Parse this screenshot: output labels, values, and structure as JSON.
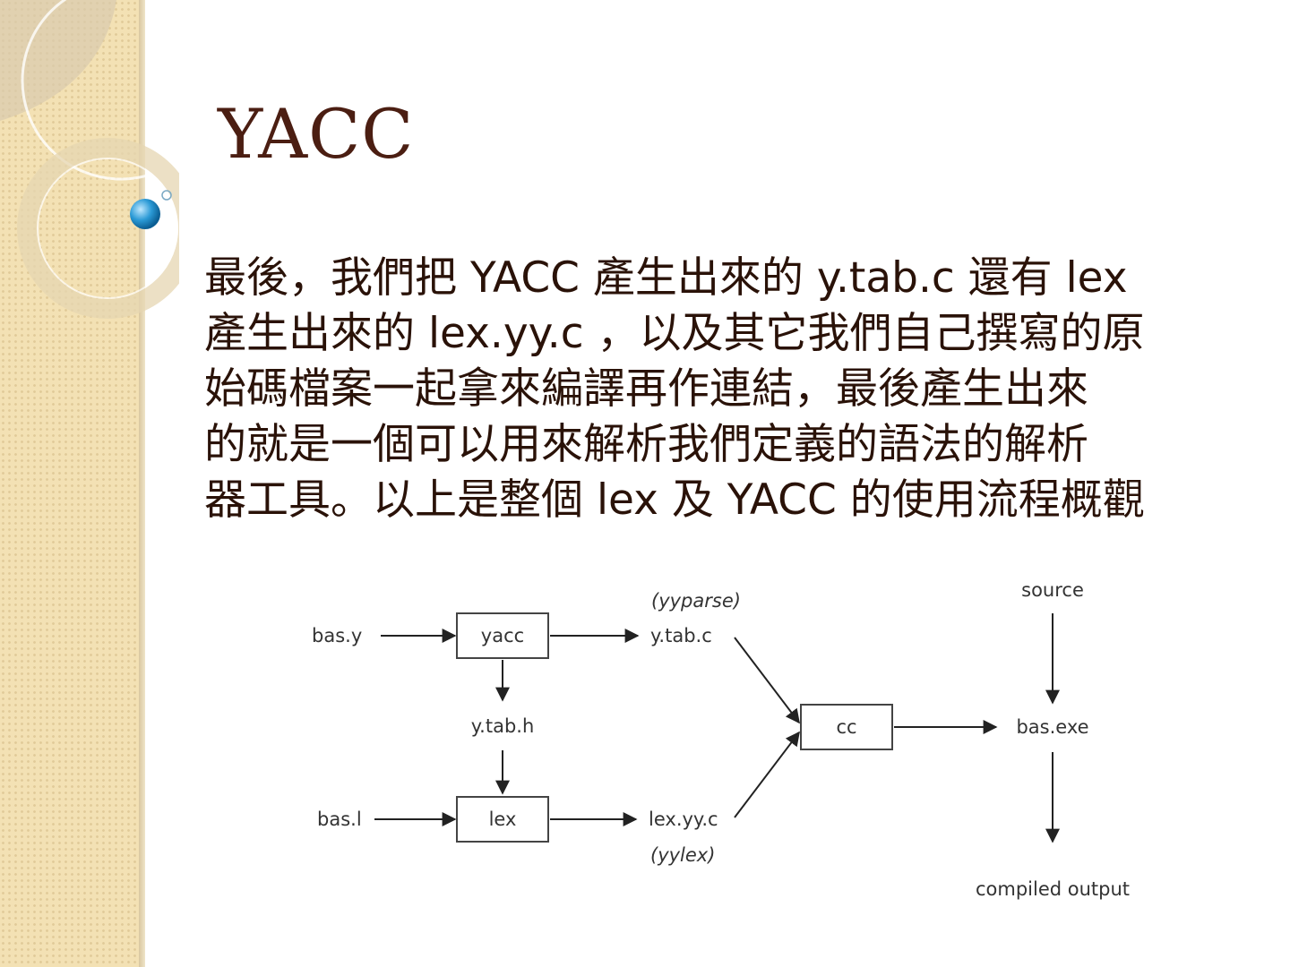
{
  "slide": {
    "title": "YACC",
    "body_lines": [
      "最後，我們把 YACC 產生出來的 y.tab.c 還有 lex",
      "產生出來的 lex.yy.c ，以及其它我們自己撰寫的原",
      "始碼檔案一起拿來編譯再作連結，最後產生出來",
      "的就是一個可以用來解析我們定義的語法的解析",
      "器工具。以上是整個 lex 及 YACC 的使用流程概觀"
    ]
  },
  "diagram": {
    "nodes": {
      "bas_y": "bas.y",
      "yacc": "yacc",
      "yyparse": "(yyparse)",
      "y_tab_c": "y.tab.c",
      "y_tab_h": "y.tab.h",
      "bas_l": "bas.l",
      "lex": "lex",
      "lex_yy_c": "lex.yy.c",
      "yylex": "(yylex)",
      "cc": "cc",
      "source": "source",
      "bas_exe": "bas.exe",
      "compiled_output": "compiled output"
    }
  },
  "colors": {
    "title": "#4b1e12",
    "body": "#2a1208",
    "strip": "#f3e1b4",
    "accent_bullet": "#1e90d0"
  }
}
